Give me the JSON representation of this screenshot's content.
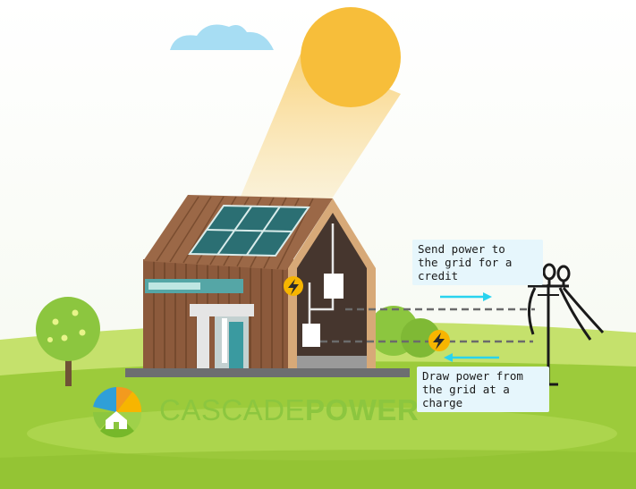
{
  "labels": {
    "send": "Send power to\nthe grid for a\ncredit",
    "draw": "Draw power from\nthe grid at a\ncharge"
  },
  "brand": {
    "name_part1": "CASCADE",
    "name_part2": "POWER"
  },
  "icons": {
    "sun": "sun-icon",
    "bolt": "lightning-bolt-icon",
    "logo": "cascade-power-logo-icon",
    "pole": "utility-pole-icon"
  },
  "colors": {
    "sun": "#f7be3a",
    "grass": "#9ccb3b",
    "arrow": "#29d3ee",
    "brand": "#8cc63f",
    "label_bg": "#e6f6fc"
  }
}
